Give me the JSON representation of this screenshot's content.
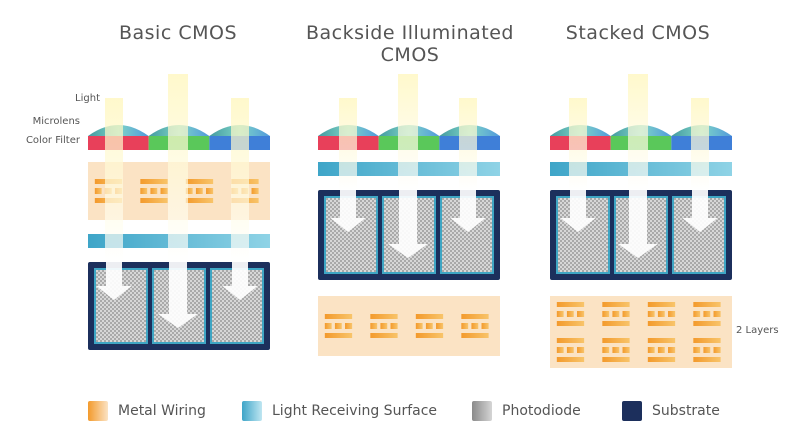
{
  "titles": {
    "basic": "Basic CMOS",
    "bsi_line1": "Backside Illuminated",
    "bsi_line2": "CMOS",
    "stacked": "Stacked CMOS"
  },
  "labels": {
    "light": "Light",
    "microlens": "Microlens",
    "color_filter": "Color Filter",
    "two_layers": "2 Layers"
  },
  "legend": [
    {
      "label": "Metal Wiring",
      "color": "#f2a03c"
    },
    {
      "label": "Light Receiving Surface",
      "color": "#5bb8d6"
    },
    {
      "label": "Photodiode",
      "color": "#9a9a9a"
    },
    {
      "label": "Substrate",
      "color": "#1c2f5c"
    }
  ],
  "colors": {
    "metal": "#f2a03c",
    "metal_bg": "#fbe3c4",
    "surface": "#5bb8d6",
    "photodiode": "#b8b8b8",
    "substrate": "#1c2f5c",
    "filter_red": "#e8405a",
    "filter_green": "#5ac85a",
    "filter_blue": "#3f7fd8"
  }
}
